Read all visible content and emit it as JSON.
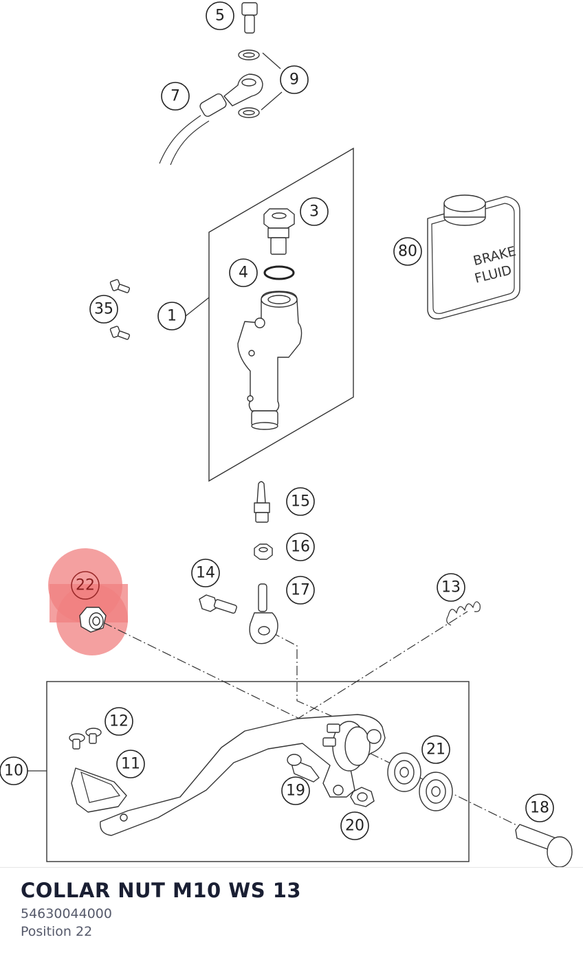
{
  "diagram": {
    "callouts": [
      "5",
      "9",
      "7",
      "3",
      "80",
      "4",
      "35",
      "1",
      "15",
      "16",
      "22",
      "14",
      "17",
      "13",
      "12",
      "11",
      "21",
      "10",
      "19",
      "18",
      "20"
    ],
    "can_label_line1": "BRAKE",
    "can_label_line2": "FLUID",
    "highlight_color": "#f08080",
    "highlighted_callout": "22"
  },
  "selected_part": {
    "name": "COLLAR NUT M10 WS 13",
    "number": "54630044000",
    "position": "Position 22"
  }
}
